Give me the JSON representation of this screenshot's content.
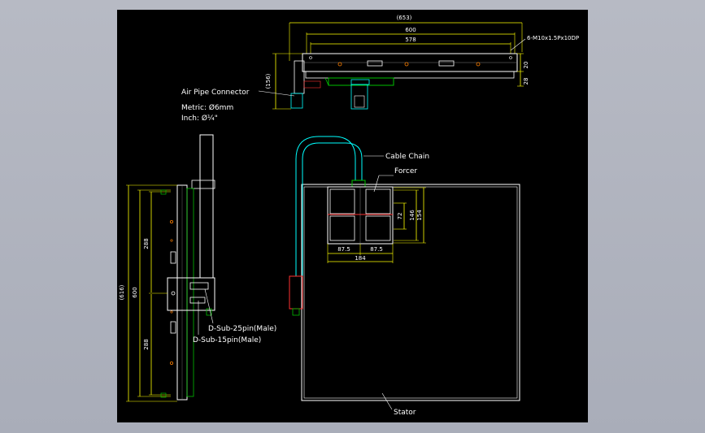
{
  "drawing": {
    "top_view": {
      "overall_width": "(653)",
      "rail_length": "600",
      "inner_length": "578",
      "thread_spec": "6-M10x1.5Px10DP",
      "height_20": "20",
      "height_28": "28",
      "total_height": "(156)"
    },
    "air_pipe": {
      "label": "Air Pipe Connector",
      "metric": "Metric: Ø6mm",
      "inch": "Inch: Ø¼\""
    },
    "side_view": {
      "overall": "(616)",
      "length": "600",
      "upper_segment": "288",
      "lower_segment": "288",
      "dsub25": "D-Sub-25pin(Male)",
      "dsub15": "D-Sub-15pin(Male)"
    },
    "plan_view": {
      "cable_chain": "Cable Chain",
      "forcer": "Forcer",
      "stator": "Stator",
      "dim_72": "72",
      "dim_146": "146",
      "dim_154": "154",
      "dim_87_5_left": "87.5",
      "dim_87_5_right": "87.5",
      "dim_184": "184"
    }
  },
  "colors": {
    "outline": "#ffffff",
    "dimension": "#ffff00",
    "cable": "#00ffff",
    "accent_green": "#00c000",
    "accent_red": "#ff3030",
    "canvas": "#000000",
    "background": "#b0b3be"
  }
}
